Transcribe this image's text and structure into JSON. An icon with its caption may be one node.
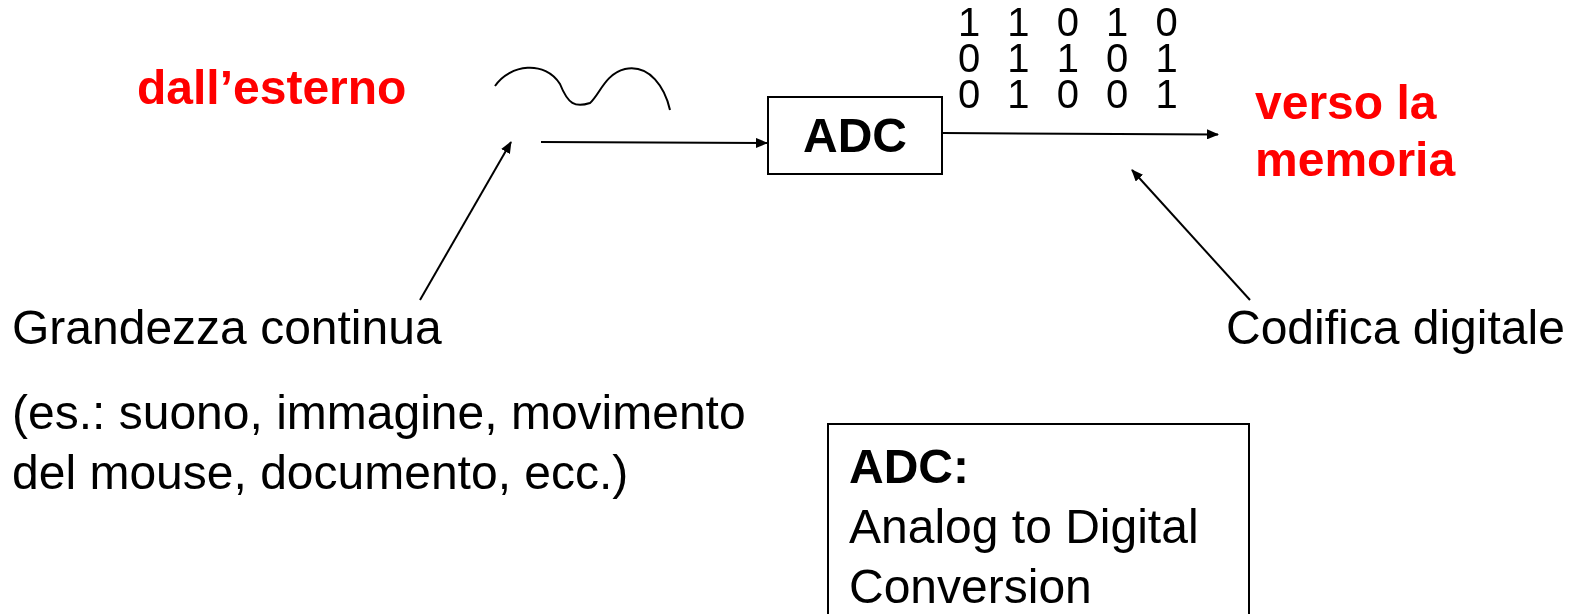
{
  "diagram": {
    "nodes": [
      {
        "text": [],
        "shape": "wave"
      },
      {
        "text": [
          "ADC"
        ]
      },
      {
        "text": [
          "Grandezza continua"
        ]
      },
      {
        "text": [
          "Codifica digitale"
        ]
      },
      {
        "text": [
          "ADC:",
          "Analog to Digital Conversion"
        ]
      },
      {
        "text": [
          "verso la memoria"
        ]
      }
    ],
    "edges": [
      {
        "from": 0,
        "to": 1,
        "arrow": "to"
      },
      {
        "from": 1,
        "to": 5,
        "arrow": "to"
      },
      {
        "from": 2,
        "to": 0,
        "arrow": "to"
      },
      {
        "from": 3,
        "to": null,
        "arrow": "to"
      }
    ],
    "labels": [
      "dall’esterno",
      "1 1 0 1 0",
      "0 1 1 0 1",
      "0 1 0 0 1",
      "(es.: suono, immagine, movimento del mouse, documento, ecc.)"
    ]
  }
}
